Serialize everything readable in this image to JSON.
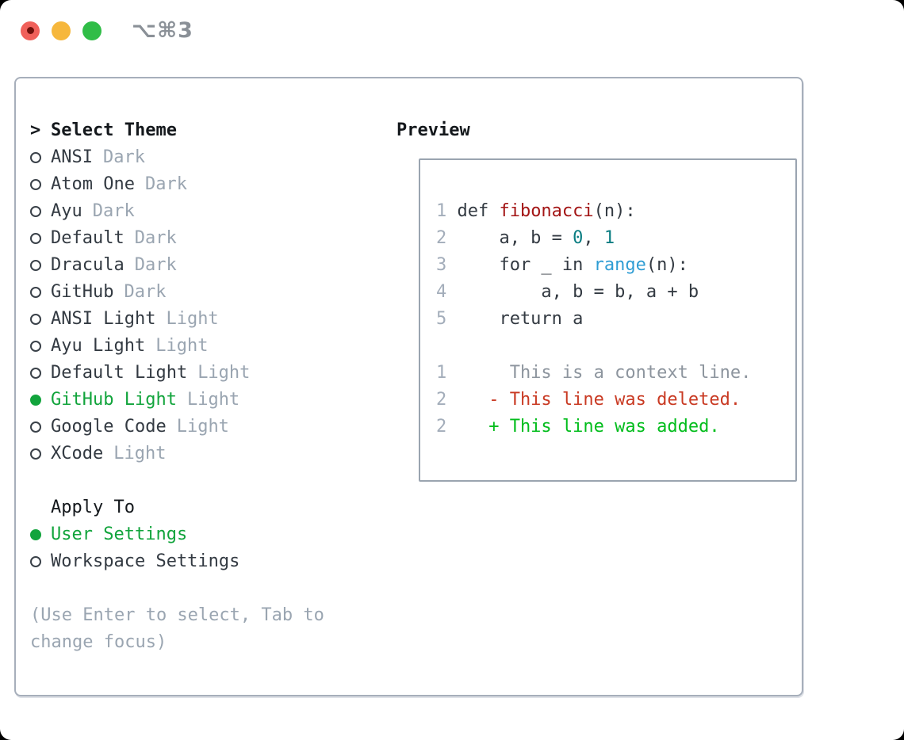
{
  "titlebar": {
    "title": "⌥⌘3"
  },
  "left": {
    "header": "Select Theme",
    "themes": [
      {
        "name": "ANSI",
        "tag": "Dark",
        "selected": false
      },
      {
        "name": "Atom One",
        "tag": "Dark",
        "selected": false
      },
      {
        "name": "Ayu",
        "tag": "Dark",
        "selected": false
      },
      {
        "name": "Default",
        "tag": "Dark",
        "selected": false
      },
      {
        "name": "Dracula",
        "tag": "Dark",
        "selected": false
      },
      {
        "name": "GitHub",
        "tag": "Dark",
        "selected": false
      },
      {
        "name": "ANSI Light",
        "tag": "Light",
        "selected": false
      },
      {
        "name": "Ayu Light",
        "tag": "Light",
        "selected": false
      },
      {
        "name": "Default Light",
        "tag": "Light",
        "selected": false
      },
      {
        "name": "GitHub Light",
        "tag": "Light",
        "selected": true
      },
      {
        "name": "Google Code",
        "tag": "Light",
        "selected": false
      },
      {
        "name": "XCode",
        "tag": "Light",
        "selected": false
      }
    ],
    "apply_header": "Apply To",
    "apply_options": [
      {
        "label": "User Settings",
        "selected": true
      },
      {
        "label": "Workspace Settings",
        "selected": false
      }
    ],
    "hint": "(Use Enter to select, Tab to\nchange focus)"
  },
  "preview": {
    "heading": "Preview",
    "lines": [
      {
        "num": "1",
        "tokens": [
          {
            "t": "def ",
            "c": "code"
          },
          {
            "t": "fibonacci",
            "c": "func"
          },
          {
            "t": "(n):",
            "c": "code"
          }
        ]
      },
      {
        "num": "2",
        "tokens": [
          {
            "t": "    a, b = ",
            "c": "code"
          },
          {
            "t": "0",
            "c": "num"
          },
          {
            "t": ", ",
            "c": "code"
          },
          {
            "t": "1",
            "c": "num"
          }
        ]
      },
      {
        "num": "3",
        "tokens": [
          {
            "t": "    for _ in ",
            "c": "code"
          },
          {
            "t": "range",
            "c": "builtin"
          },
          {
            "t": "(n):",
            "c": "code"
          }
        ]
      },
      {
        "num": "4",
        "tokens": [
          {
            "t": "        a, b = b, a + b",
            "c": "code"
          }
        ]
      },
      {
        "num": "5",
        "tokens": [
          {
            "t": "    return a",
            "c": "code"
          }
        ]
      },
      {
        "num": "",
        "tokens": []
      },
      {
        "num": "1",
        "tokens": [
          {
            "t": "     This is a context line.",
            "c": "context"
          }
        ]
      },
      {
        "num": "2",
        "tokens": [
          {
            "t": "   - This line was deleted.",
            "c": "deleted"
          }
        ]
      },
      {
        "num": "2",
        "tokens": [
          {
            "t": "   + This line was added.",
            "c": "added"
          }
        ]
      }
    ]
  },
  "colors": {
    "text_dark": "#333a42",
    "header_black": "#14181c",
    "muted": "#9aa5b1",
    "context": "#8d959e",
    "lineno": "#a3adba",
    "green_select": "#12a43c",
    "green_added": "#02bd1c",
    "red_deleted": "#c93a23",
    "red_function": "#a31515",
    "teal_number": "#0a7d82",
    "blue_builtin": "#2f9dd4",
    "panel_border": "#a7afbb",
    "preview_border": "#9aa4b0",
    "radio_outline": "#3a4149",
    "title_gray": "#8a9097",
    "light_red": "#f0605a",
    "light_red_dot": "#70100b",
    "light_yellow": "#f6b73c",
    "light_green": "#30bd47"
  }
}
